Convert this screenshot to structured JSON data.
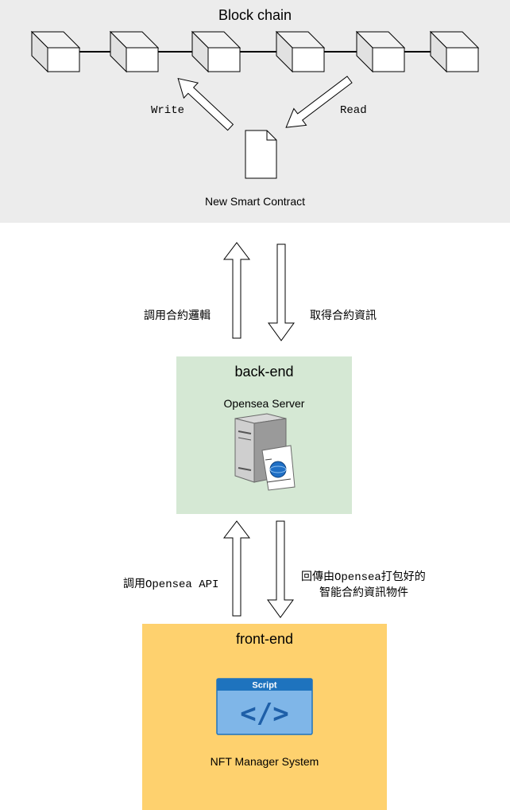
{
  "blockchain": {
    "title": "Block chain",
    "write_label": "Write",
    "read_label": "Read",
    "contract_caption": "New Smart Contract"
  },
  "links": {
    "call_contract_logic": "調用合約邏輯",
    "get_contract_info": "取得合約資訊",
    "call_opensea_api": "調用Opensea API",
    "return_packaged_line1": "回傳由Opensea打包好的",
    "return_packaged_line2": "智能合約資訊物件"
  },
  "backend": {
    "title": "back-end",
    "server_caption": "Opensea Server"
  },
  "frontend": {
    "title": "front-end",
    "script_label": "Script",
    "script_glyph": "</>",
    "system_caption": "NFT Manager System"
  },
  "colors": {
    "blockchain_bg": "#ececec",
    "backend_bg": "#d5e8d4",
    "frontend_bg": "#fed16e",
    "script_header": "#1e73be",
    "script_body": "#7fb6e8",
    "globe": "#1f6fc5"
  },
  "icons": {
    "block": "cube-icon",
    "contract": "document-icon",
    "server": "server-icon",
    "script": "script-icon"
  }
}
